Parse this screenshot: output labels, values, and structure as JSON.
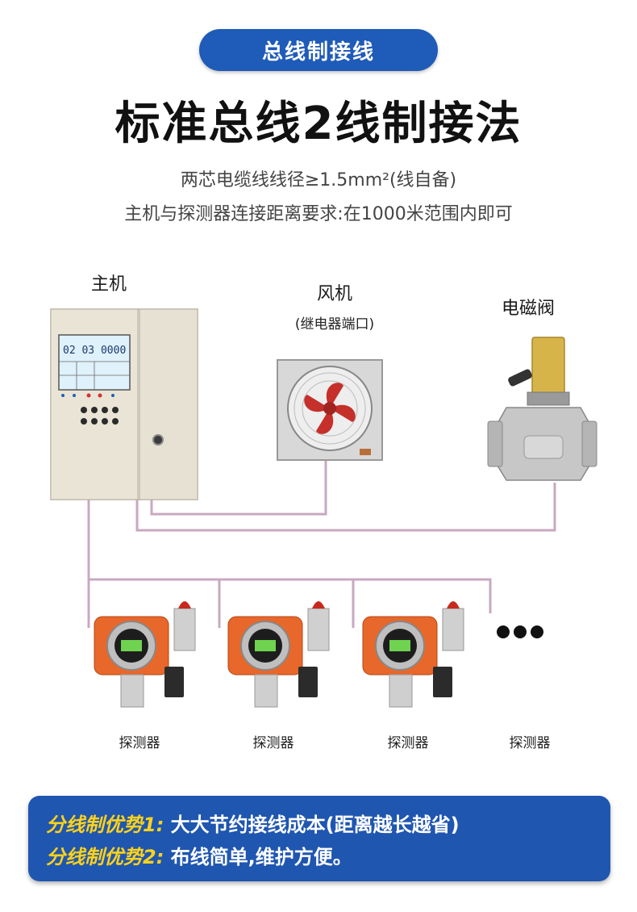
{
  "badge": "总线制接线",
  "title": "标准总线2线制接法",
  "subtitle_line1": "两芯电缆线线径≥1.5mm²(线自备)",
  "subtitle_line2": "主机与探测器连接距离要求:在1000米范围内即可",
  "host": {
    "label": "主机",
    "screen_values": [
      "02",
      "03",
      "0000"
    ]
  },
  "fan": {
    "label": "风机",
    "sublabel": "(继电器端口)"
  },
  "valve": {
    "label": "电磁阀"
  },
  "detectors": [
    {
      "label": "探测器"
    },
    {
      "label": "探测器"
    },
    {
      "label": "探测器"
    },
    {
      "label": "探测器"
    }
  ],
  "advantages": [
    {
      "key": "分线制优势1:",
      "value": "大大节约接线成本(距离越长越省)"
    },
    {
      "key": "分线制优势2:",
      "value": "布线简单,维护方便。"
    }
  ],
  "colors": {
    "accent_blue": "#1f5bb8",
    "highlight_yellow": "#ffd21a",
    "wire": "#c8a8c0",
    "detector_orange": "#e8672a"
  }
}
